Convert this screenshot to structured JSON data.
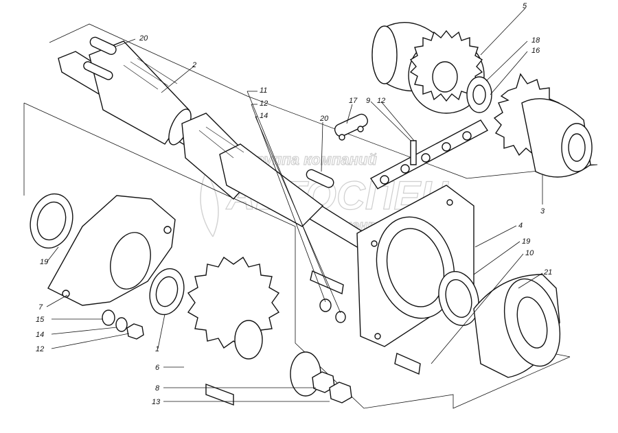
{
  "watermark": {
    "line1": "группа компаний",
    "line2": "АВТОСПЕЦ",
    "line3": "центр"
  },
  "callouts": [
    {
      "id": "c1",
      "text": "1"
    },
    {
      "id": "c2",
      "text": "2"
    },
    {
      "id": "c3",
      "text": "3"
    },
    {
      "id": "c4",
      "text": "4"
    },
    {
      "id": "c5",
      "text": "5"
    },
    {
      "id": "c6",
      "text": "6"
    },
    {
      "id": "c7",
      "text": "7"
    },
    {
      "id": "c8",
      "text": "8"
    },
    {
      "id": "c9",
      "text": "9"
    },
    {
      "id": "c10",
      "text": "10"
    },
    {
      "id": "c11",
      "text": "11"
    },
    {
      "id": "c12a",
      "text": "12"
    },
    {
      "id": "c12b",
      "text": "12"
    },
    {
      "id": "c12c",
      "text": "12"
    },
    {
      "id": "c13",
      "text": "13"
    },
    {
      "id": "c14a",
      "text": "14"
    },
    {
      "id": "c14b",
      "text": "14"
    },
    {
      "id": "c15",
      "text": "15"
    },
    {
      "id": "c16",
      "text": "16"
    },
    {
      "id": "c17",
      "text": "17"
    },
    {
      "id": "c18",
      "text": "18"
    },
    {
      "id": "c19a",
      "text": "19"
    },
    {
      "id": "c19b",
      "text": "19"
    },
    {
      "id": "c20a",
      "text": "20"
    },
    {
      "id": "c20b",
      "text": "20"
    },
    {
      "id": "c21",
      "text": "21"
    }
  ]
}
